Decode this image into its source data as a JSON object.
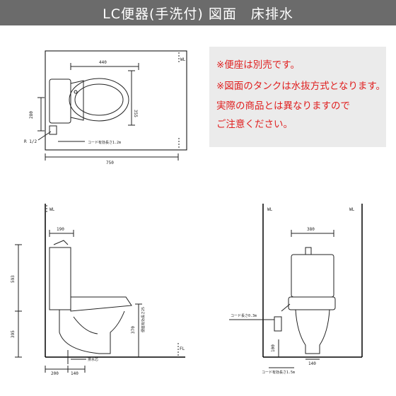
{
  "header": {
    "title": "LC便器(手洗付) 図面　床排水"
  },
  "notes": [
    "※便座は別売です。",
    "※図面のタンクは水抜方式となります。",
    "実際の商品とは異なりますので",
    "ご注意ください。"
  ],
  "top_view": {
    "wl_label": "WL",
    "dim_width_seat": "440",
    "dim_depth": "355",
    "dim_drain": "280",
    "dim_total": "750",
    "r_label": "R 1/2",
    "cord_label": "コード有効長さ1.2m"
  },
  "side_view": {
    "wl_label": "WL",
    "fl_label": "FL",
    "dim_tank_front": "190",
    "dim_tank_height": "593",
    "dim_seat_height": "395",
    "dim_370": "370",
    "dim_200": "200",
    "dim_140": "140",
    "drain_label": "排水芯",
    "seat_label": "便座有効長さ25"
  },
  "front_view": {
    "wl_left": "WL",
    "wl_right": "WL",
    "dim_width": "380",
    "dim_100": "100",
    "dim_140": "140",
    "cord_label_1": "コード長さ0.3m",
    "cord_label_2": "コード有効長さ1.5m"
  },
  "colors": {
    "header_bg": "#6b6b6b",
    "note_text": "#e02020",
    "note_bg": "#ebebeb"
  }
}
